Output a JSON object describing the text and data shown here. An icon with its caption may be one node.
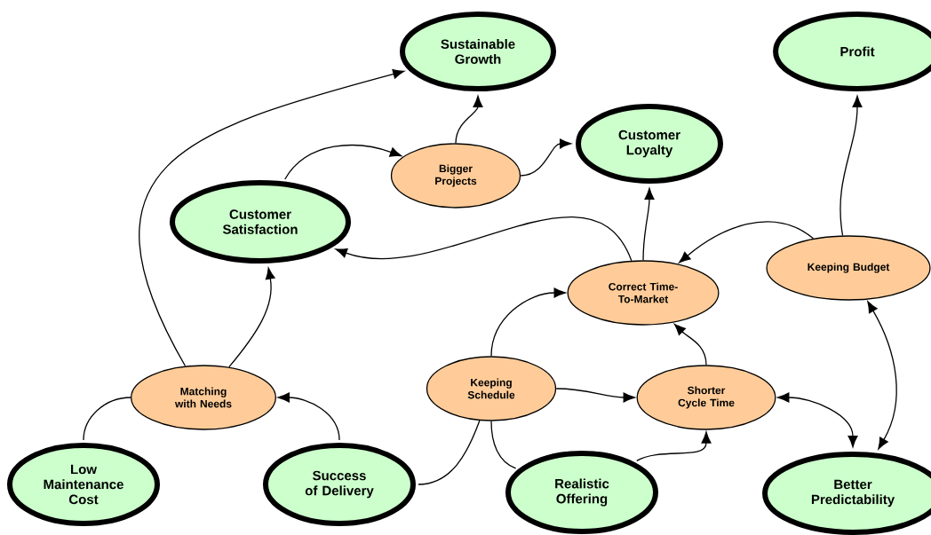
{
  "diagram": {
    "nodes": [
      {
        "text": [
          "Sustainable Growth"
        ]
      },
      {
        "text": [
          "Profit"
        ]
      },
      {
        "text": [
          "Customer Loyalty"
        ]
      },
      {
        "text": [
          "Bigger Projects"
        ]
      },
      {
        "text": [
          "Customer Satisfaction"
        ]
      },
      {
        "text": [
          "Keeping Budget"
        ]
      },
      {
        "text": [
          "Correct Time-To-Market"
        ]
      },
      {
        "text": [
          "Matching with Needs"
        ]
      },
      {
        "text": [
          "Keeping Schedule"
        ]
      },
      {
        "text": [
          "Shorter Cycle Time"
        ]
      },
      {
        "text": [
          "Low Maintenance Cost"
        ]
      },
      {
        "text": [
          "Success of Delivery"
        ]
      },
      {
        "text": [
          "Realistic Offering"
        ]
      },
      {
        "text": [
          "Better Predictability"
        ]
      }
    ],
    "edges": [
      {
        "from": 7,
        "to": 0,
        "arrow": "to"
      },
      {
        "from": 3,
        "to": 0,
        "arrow": "to"
      },
      {
        "from": 4,
        "to": 3,
        "arrow": "to"
      },
      {
        "from": 3,
        "to": 2,
        "arrow": "to"
      },
      {
        "from": 6,
        "to": 4,
        "arrow": "to"
      },
      {
        "from": 7,
        "to": 4,
        "arrow": "to"
      },
      {
        "from": 6,
        "to": 2,
        "arrow": "to"
      },
      {
        "from": 5,
        "to": 6,
        "arrow": "to"
      },
      {
        "from": 5,
        "to": 1,
        "arrow": "to"
      },
      {
        "from": 8,
        "to": 6,
        "arrow": "to"
      },
      {
        "from": 9,
        "to": 6,
        "arrow": "to"
      },
      {
        "from": 8,
        "to": 9,
        "arrow": "to"
      },
      {
        "from": 12,
        "to": 9,
        "arrow": "to"
      },
      {
        "from": 9,
        "to": 13,
        "arrow": "both"
      },
      {
        "from": 5,
        "to": 13,
        "arrow": "both"
      },
      {
        "from": 10,
        "to": 7,
        "arrow": "none"
      },
      {
        "from": 11,
        "to": 7,
        "arrow": "to"
      },
      {
        "from": 11,
        "to": 8,
        "arrow": "none"
      },
      {
        "from": 8,
        "to": 12,
        "arrow": "none"
      }
    ]
  }
}
